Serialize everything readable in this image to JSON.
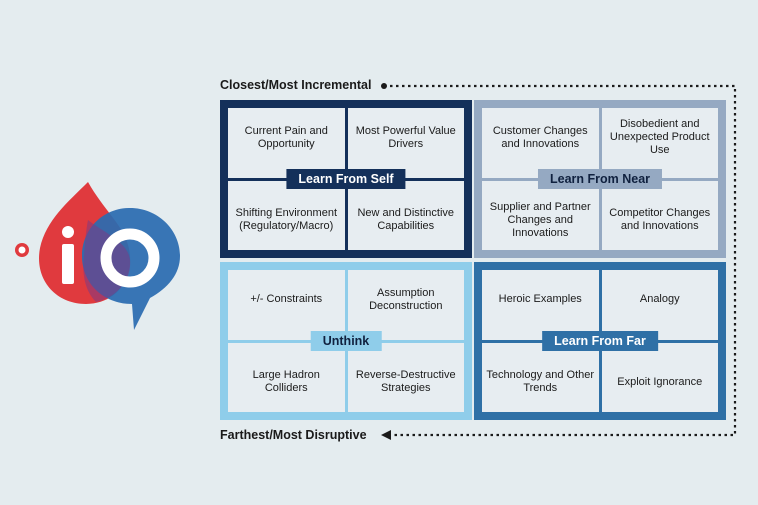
{
  "axis": {
    "top": "Closest/Most Incremental",
    "bottom": "Farthest/Most Disruptive"
  },
  "quadrants": {
    "self": {
      "label": "Learn From Self",
      "cells": [
        "Current Pain and Opportunity",
        "Most Powerful Value Drivers",
        "Shifting Environment (Regulatory/Macro)",
        "New and Distinctive Capabilities"
      ]
    },
    "near": {
      "label": "Learn From Near",
      "cells": [
        "Customer Changes and Innovations",
        "Disobedient and Unexpected Product Use",
        "Supplier and Partner Changes and Innovations",
        "Competitor Changes and Innovations"
      ]
    },
    "unthink": {
      "label": "Unthink",
      "cells": [
        "+/- Constraints",
        "Assumption Deconstruction",
        "Large Hadron Colliders",
        "Reverse-Destructive Strategies"
      ]
    },
    "far": {
      "label": "Learn From Far",
      "cells": [
        "Heroic Examples",
        "Analogy",
        "Technology and Other Trends",
        "Exploit Ignorance"
      ]
    }
  },
  "colors": {
    "self": "#14305a",
    "near": "#95a9c2",
    "unthink": "#8fcdea",
    "far": "#2f70a6",
    "logo_red": "#e03a3e",
    "logo_blue": "#2b6cb0"
  }
}
